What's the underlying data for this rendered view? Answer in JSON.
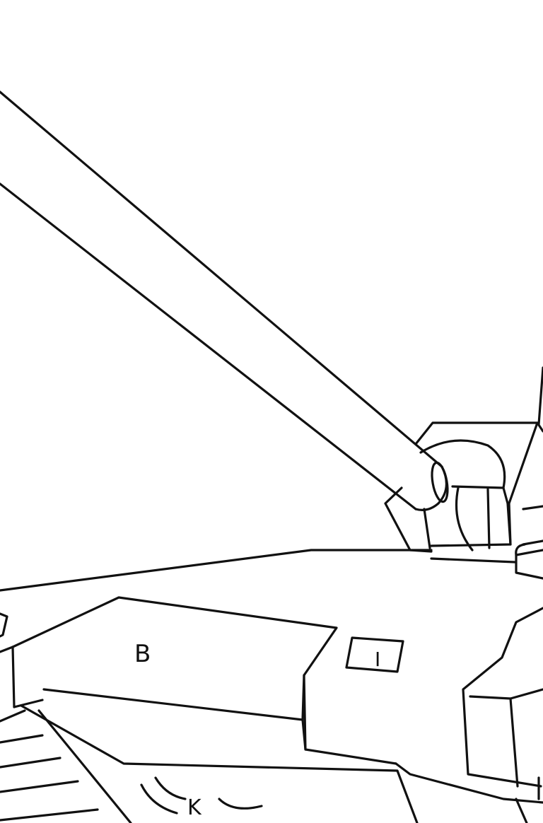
{
  "coloring_page": {
    "subject": "tank",
    "line_color": "#111111",
    "background_color": "#ffffff",
    "region_labels": {
      "hull_side": "B",
      "hull_plate": "I",
      "track": "K"
    }
  }
}
